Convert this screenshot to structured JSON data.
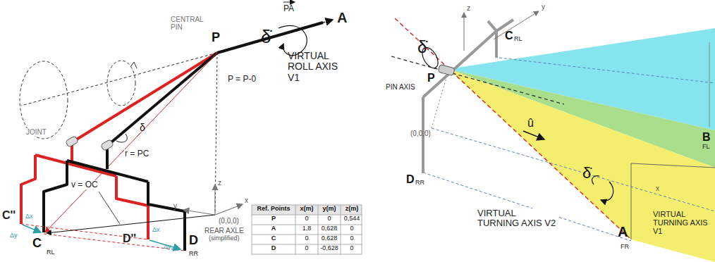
{
  "diagram": {
    "labels": [
      "A",
      "PA",
      "δ̇",
      "VIRTUAL ROLL AXIS V1",
      "CENTRAL PIN",
      "P",
      "P = P-0",
      "JOINT",
      "δ",
      "r = PC",
      "v = OC",
      "z",
      "y",
      "x",
      "(0,0,0)",
      "C''",
      "Δx",
      "Δy",
      "C",
      "RL",
      "D''",
      "Δx",
      "Δy",
      "D",
      "RR",
      "REAR AXLE",
      "(simplified)",
      "Ref. Points",
      "x(m)",
      "y(m)",
      "z(m)",
      "P",
      "0",
      "0",
      "0,544",
      "A",
      "1,8",
      "0,628",
      "0",
      "C",
      "0",
      "0,628",
      "0",
      "D",
      "0",
      "-0,628",
      "0",
      "δ̇",
      "P",
      "PIN AXIS",
      "z",
      "y",
      "C",
      "RL",
      "(0,0,0)",
      "û",
      "D",
      "RR",
      "B",
      "FL",
      "x",
      "δ̇",
      "VIRTUAL TURNING AXIS V2",
      "A",
      "FR",
      "VIRTUAL TURNING AXIS V1"
    ]
  }
}
